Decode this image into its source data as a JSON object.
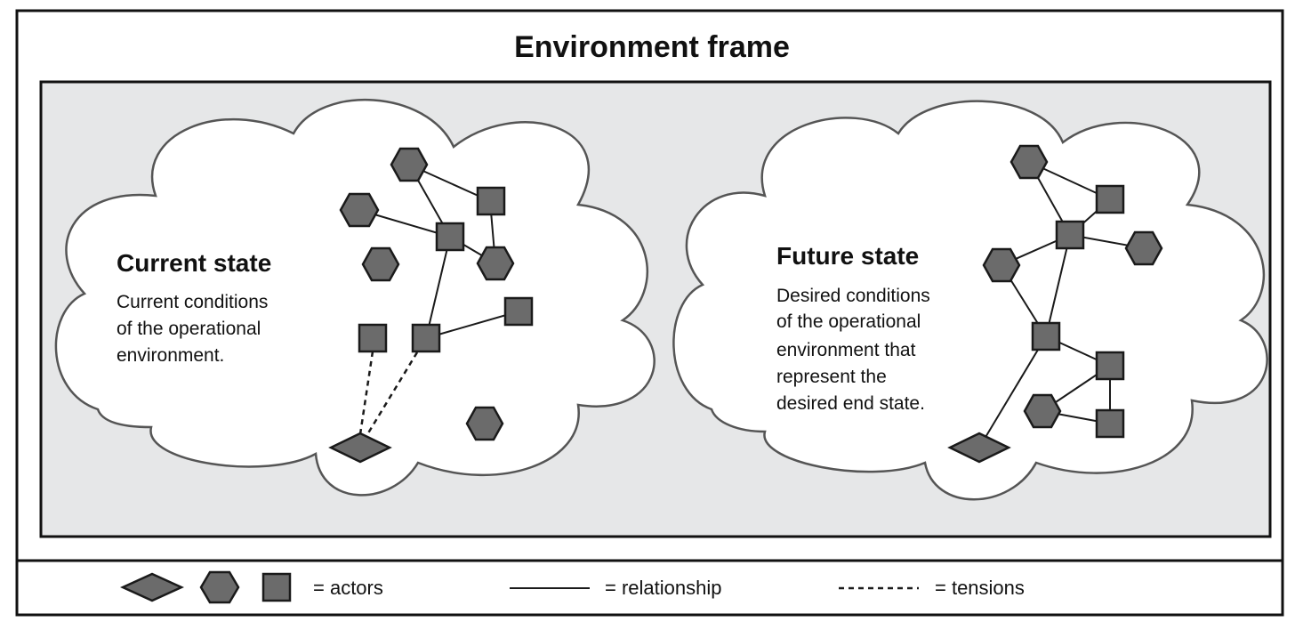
{
  "title": "Environment frame",
  "current": {
    "heading": "Current state",
    "lines": [
      "Current conditions",
      "of the operational",
      "environment."
    ]
  },
  "future": {
    "heading": "Future state",
    "lines": [
      "Desired conditions",
      "of the operational",
      "environment that",
      "represent the",
      "desired end state."
    ]
  },
  "legend": {
    "actors": "= actors",
    "relationship": "= relationship",
    "tensions": "= tensions"
  },
  "colors": {
    "actor_fill": "#6b6b6b",
    "inner_background": "#e6e7e8",
    "cloud_outline": "#555555"
  }
}
